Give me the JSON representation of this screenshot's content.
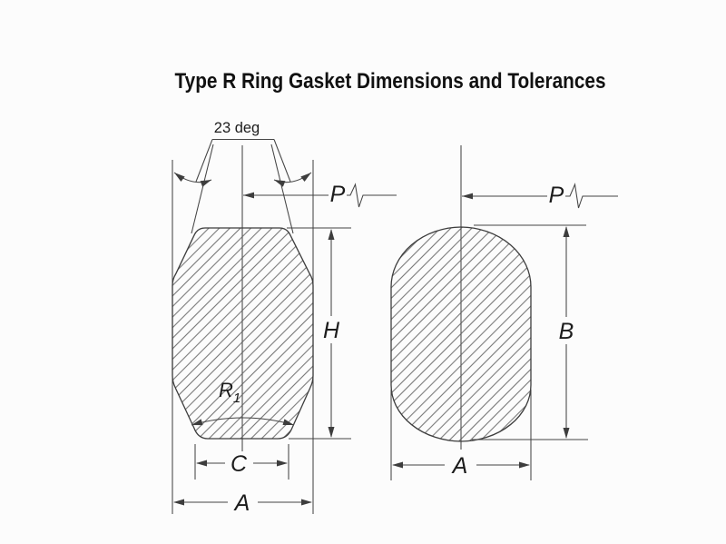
{
  "title": "Type R Ring Gasket Dimensions and Tolerances",
  "colors": {
    "background": "#fcfcfc",
    "line": "#454545",
    "hatch": "#5c5c5c",
    "text": "#1c1c1c"
  },
  "octagonal_section": {
    "description": "Octagonal ring gasket cross-section (left figure)",
    "angle_label": "23 deg",
    "pitch_label": "P",
    "height_label": "H",
    "flat_width_label": "C",
    "outer_width_label": "A",
    "radius_label": "R",
    "radius_subscript": "1"
  },
  "oval_section": {
    "description": "Oval ring gasket cross-section (right figure)",
    "pitch_label": "P",
    "height_label": "B",
    "outer_width_label": "A"
  }
}
